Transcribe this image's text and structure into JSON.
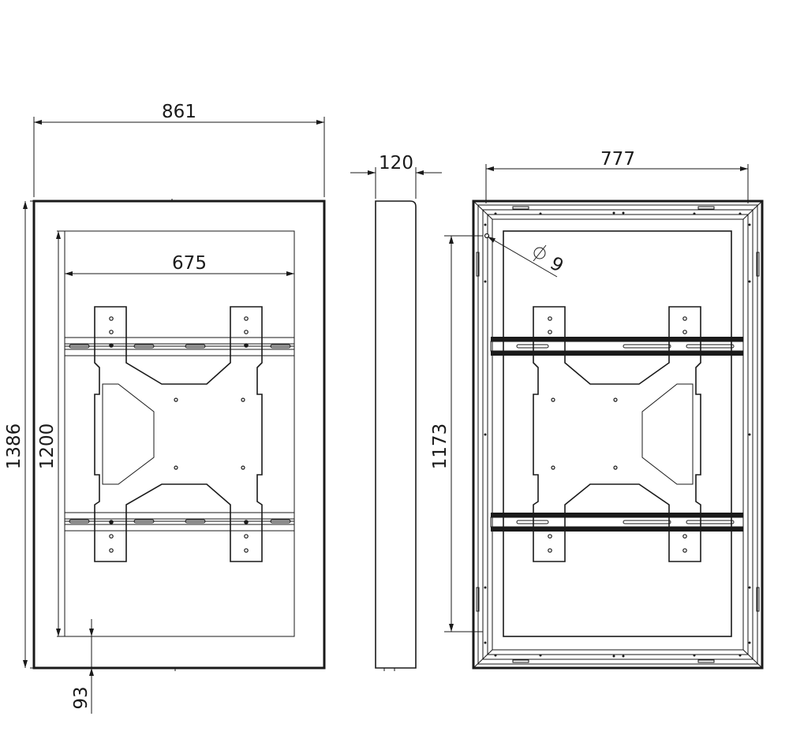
{
  "front_view": {
    "overall_width": "861",
    "overall_height": "1386",
    "opening_width": "675",
    "opening_height": "1200",
    "bottom_offset": "93"
  },
  "side_view": {
    "depth": "120"
  },
  "rear_view": {
    "width": "777",
    "height": "1173",
    "hole_diameter": "9"
  },
  "colors": {
    "line": "#1a1a1a",
    "background": "#ffffff"
  }
}
